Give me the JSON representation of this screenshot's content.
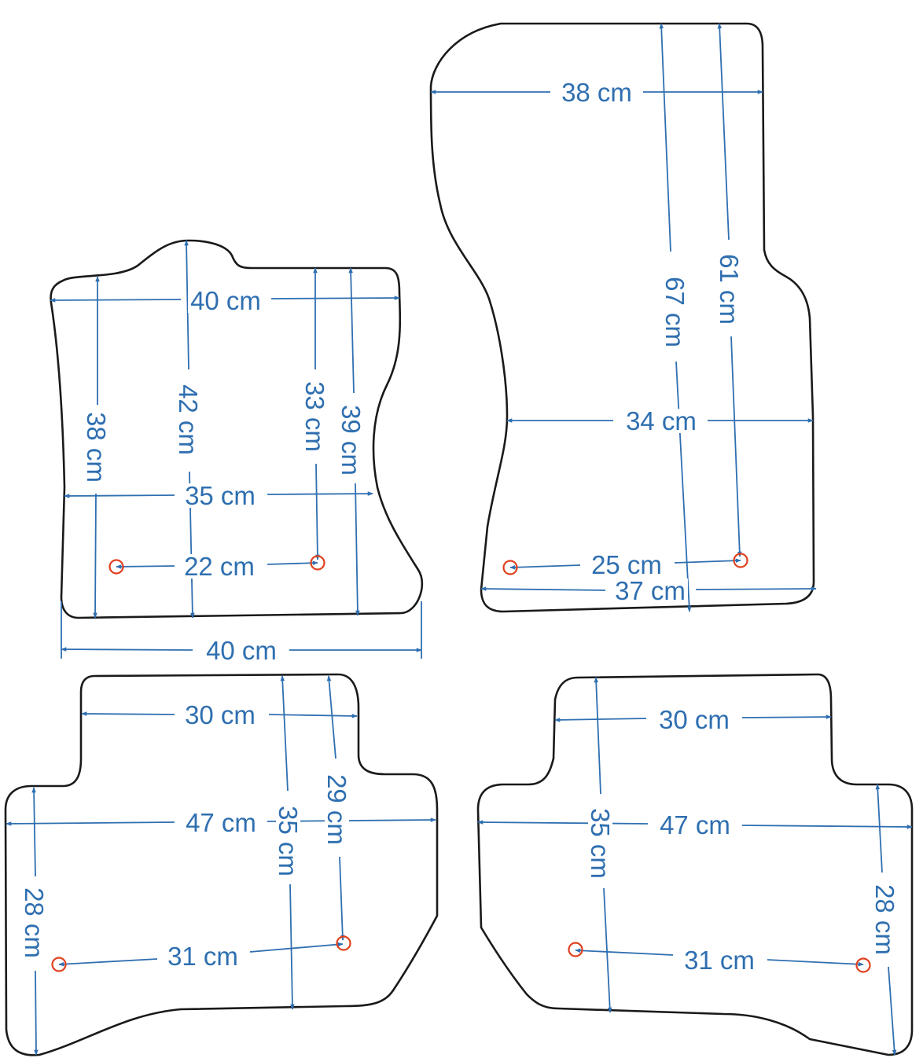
{
  "colors": {
    "outline": "#1a1a1a",
    "dimension": "#2f6fb0",
    "fixing_point": "#e0401e"
  },
  "mats": {
    "front_left": {
      "labels": [
        "40 cm",
        "38 cm",
        "42 cm",
        "33 cm",
        "39 cm",
        "35 cm",
        "22 cm",
        "40 cm"
      ]
    },
    "front_right": {
      "labels": [
        "38 cm",
        "67 cm",
        "61 cm",
        "34 cm",
        "25 cm",
        "37 cm"
      ]
    },
    "rear_left": {
      "labels": [
        "30 cm",
        "29 cm",
        "47 cm",
        "35 cm",
        "28 cm",
        "31 cm"
      ]
    },
    "rear_right": {
      "labels": [
        "30 cm",
        "47 cm",
        "35 cm",
        "28 cm",
        "31 cm"
      ]
    }
  }
}
